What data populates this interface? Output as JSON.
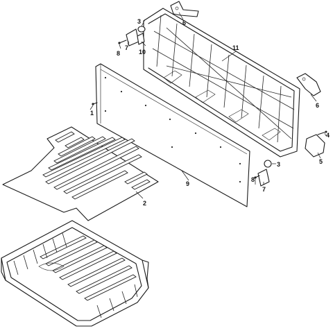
{
  "callouts": {
    "c1": "1",
    "c2": "2",
    "c3a": "3",
    "c3b": "3",
    "c4": "4",
    "c5": "5",
    "c6a": "6",
    "c6b": "6",
    "c7a": "7",
    "c7b": "7",
    "c8a": "8",
    "c8b": "8",
    "c9": "9",
    "c10": "10",
    "c11": "11"
  }
}
